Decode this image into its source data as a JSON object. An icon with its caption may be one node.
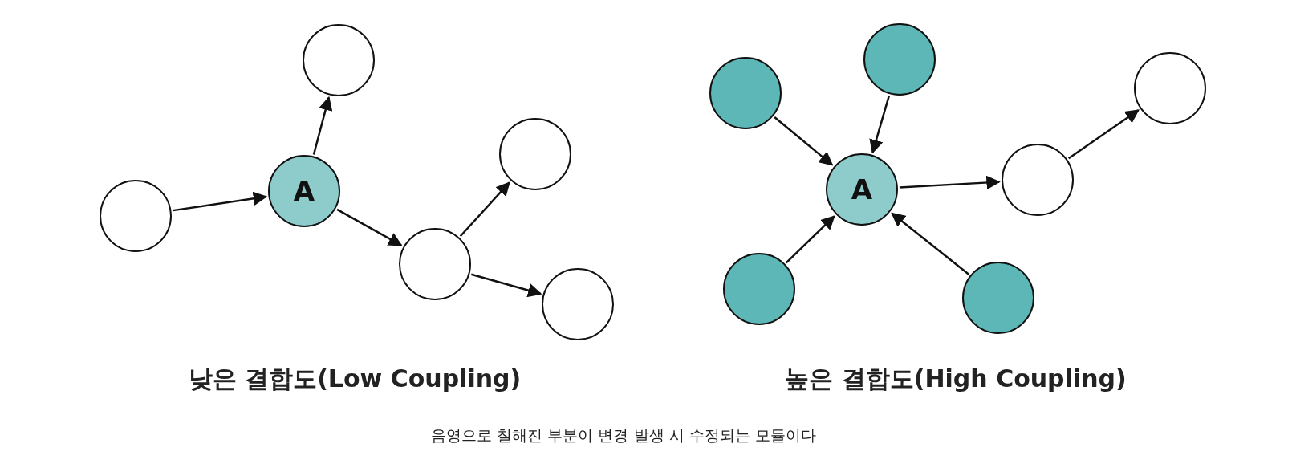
{
  "diagram": {
    "caption": "음영으로 칠해진 부분이 변경 발생 시 수정되는 모듈이다",
    "nodes": [
      {
        "text": [],
        "shape": "circle"
      },
      {
        "text": [
          "A"
        ]
      },
      {
        "text": [],
        "shape": "circle"
      },
      {
        "text": [],
        "shape": "circle"
      },
      {
        "text": [],
        "shape": "circle"
      },
      {
        "text": [],
        "shape": "circle"
      },
      {
        "text": [],
        "shape": "circle"
      },
      {
        "text": [],
        "shape": "circle"
      },
      {
        "text": [
          "A"
        ]
      },
      {
        "text": [],
        "shape": "circle"
      },
      {
        "text": [],
        "shape": "circle"
      },
      {
        "text": [],
        "shape": "circle"
      },
      {
        "text": [],
        "shape": "circle"
      }
    ],
    "edges": [
      {
        "from": 0,
        "to": 1,
        "arrow": "to"
      },
      {
        "from": 1,
        "to": 2,
        "arrow": "to"
      },
      {
        "from": 1,
        "to": 3,
        "arrow": "to"
      },
      {
        "from": 3,
        "to": 4,
        "arrow": "to"
      },
      {
        "from": 3,
        "to": 5,
        "arrow": "to"
      },
      {
        "from": 6,
        "to": 8,
        "arrow": "to"
      },
      {
        "from": 7,
        "to": 8,
        "arrow": "to"
      },
      {
        "from": 11,
        "to": 8,
        "arrow": "to"
      },
      {
        "from": 12,
        "to": 8,
        "arrow": "to"
      },
      {
        "from": 8,
        "to": 9,
        "arrow": "to"
      },
      {
        "from": 9,
        "to": 10,
        "arrow": "to"
      }
    ],
    "labels": [
      "낮은 결합도(Low Coupling)",
      "높은 결합도(High Coupling)"
    ]
  }
}
